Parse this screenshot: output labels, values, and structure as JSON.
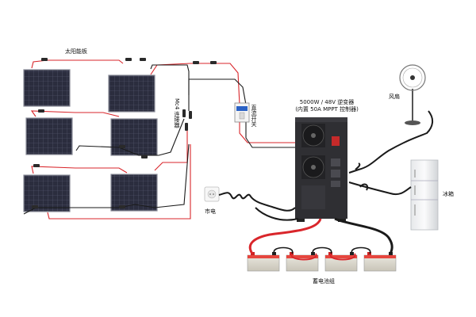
{
  "labels": {
    "solar_panels": "太阳能板",
    "mc4_connector": "Mc4 连接器",
    "dc_switch": "直流开关",
    "inverter_line1": "5000W / 48V 逆变器",
    "inverter_line2": "(内置 50A  MPPT 控制器)",
    "fan": "风扇",
    "refrigerator": "冰箱",
    "grid": "市电",
    "battery_bank": "蓄电池组"
  },
  "colors": {
    "positive_wire": "#d9262b",
    "negative_wire": "#1a1a1a",
    "panel_cell": "#2b2d3e",
    "inverter_body": "#2f2f33",
    "battery_body": "#d9d6cc"
  }
}
